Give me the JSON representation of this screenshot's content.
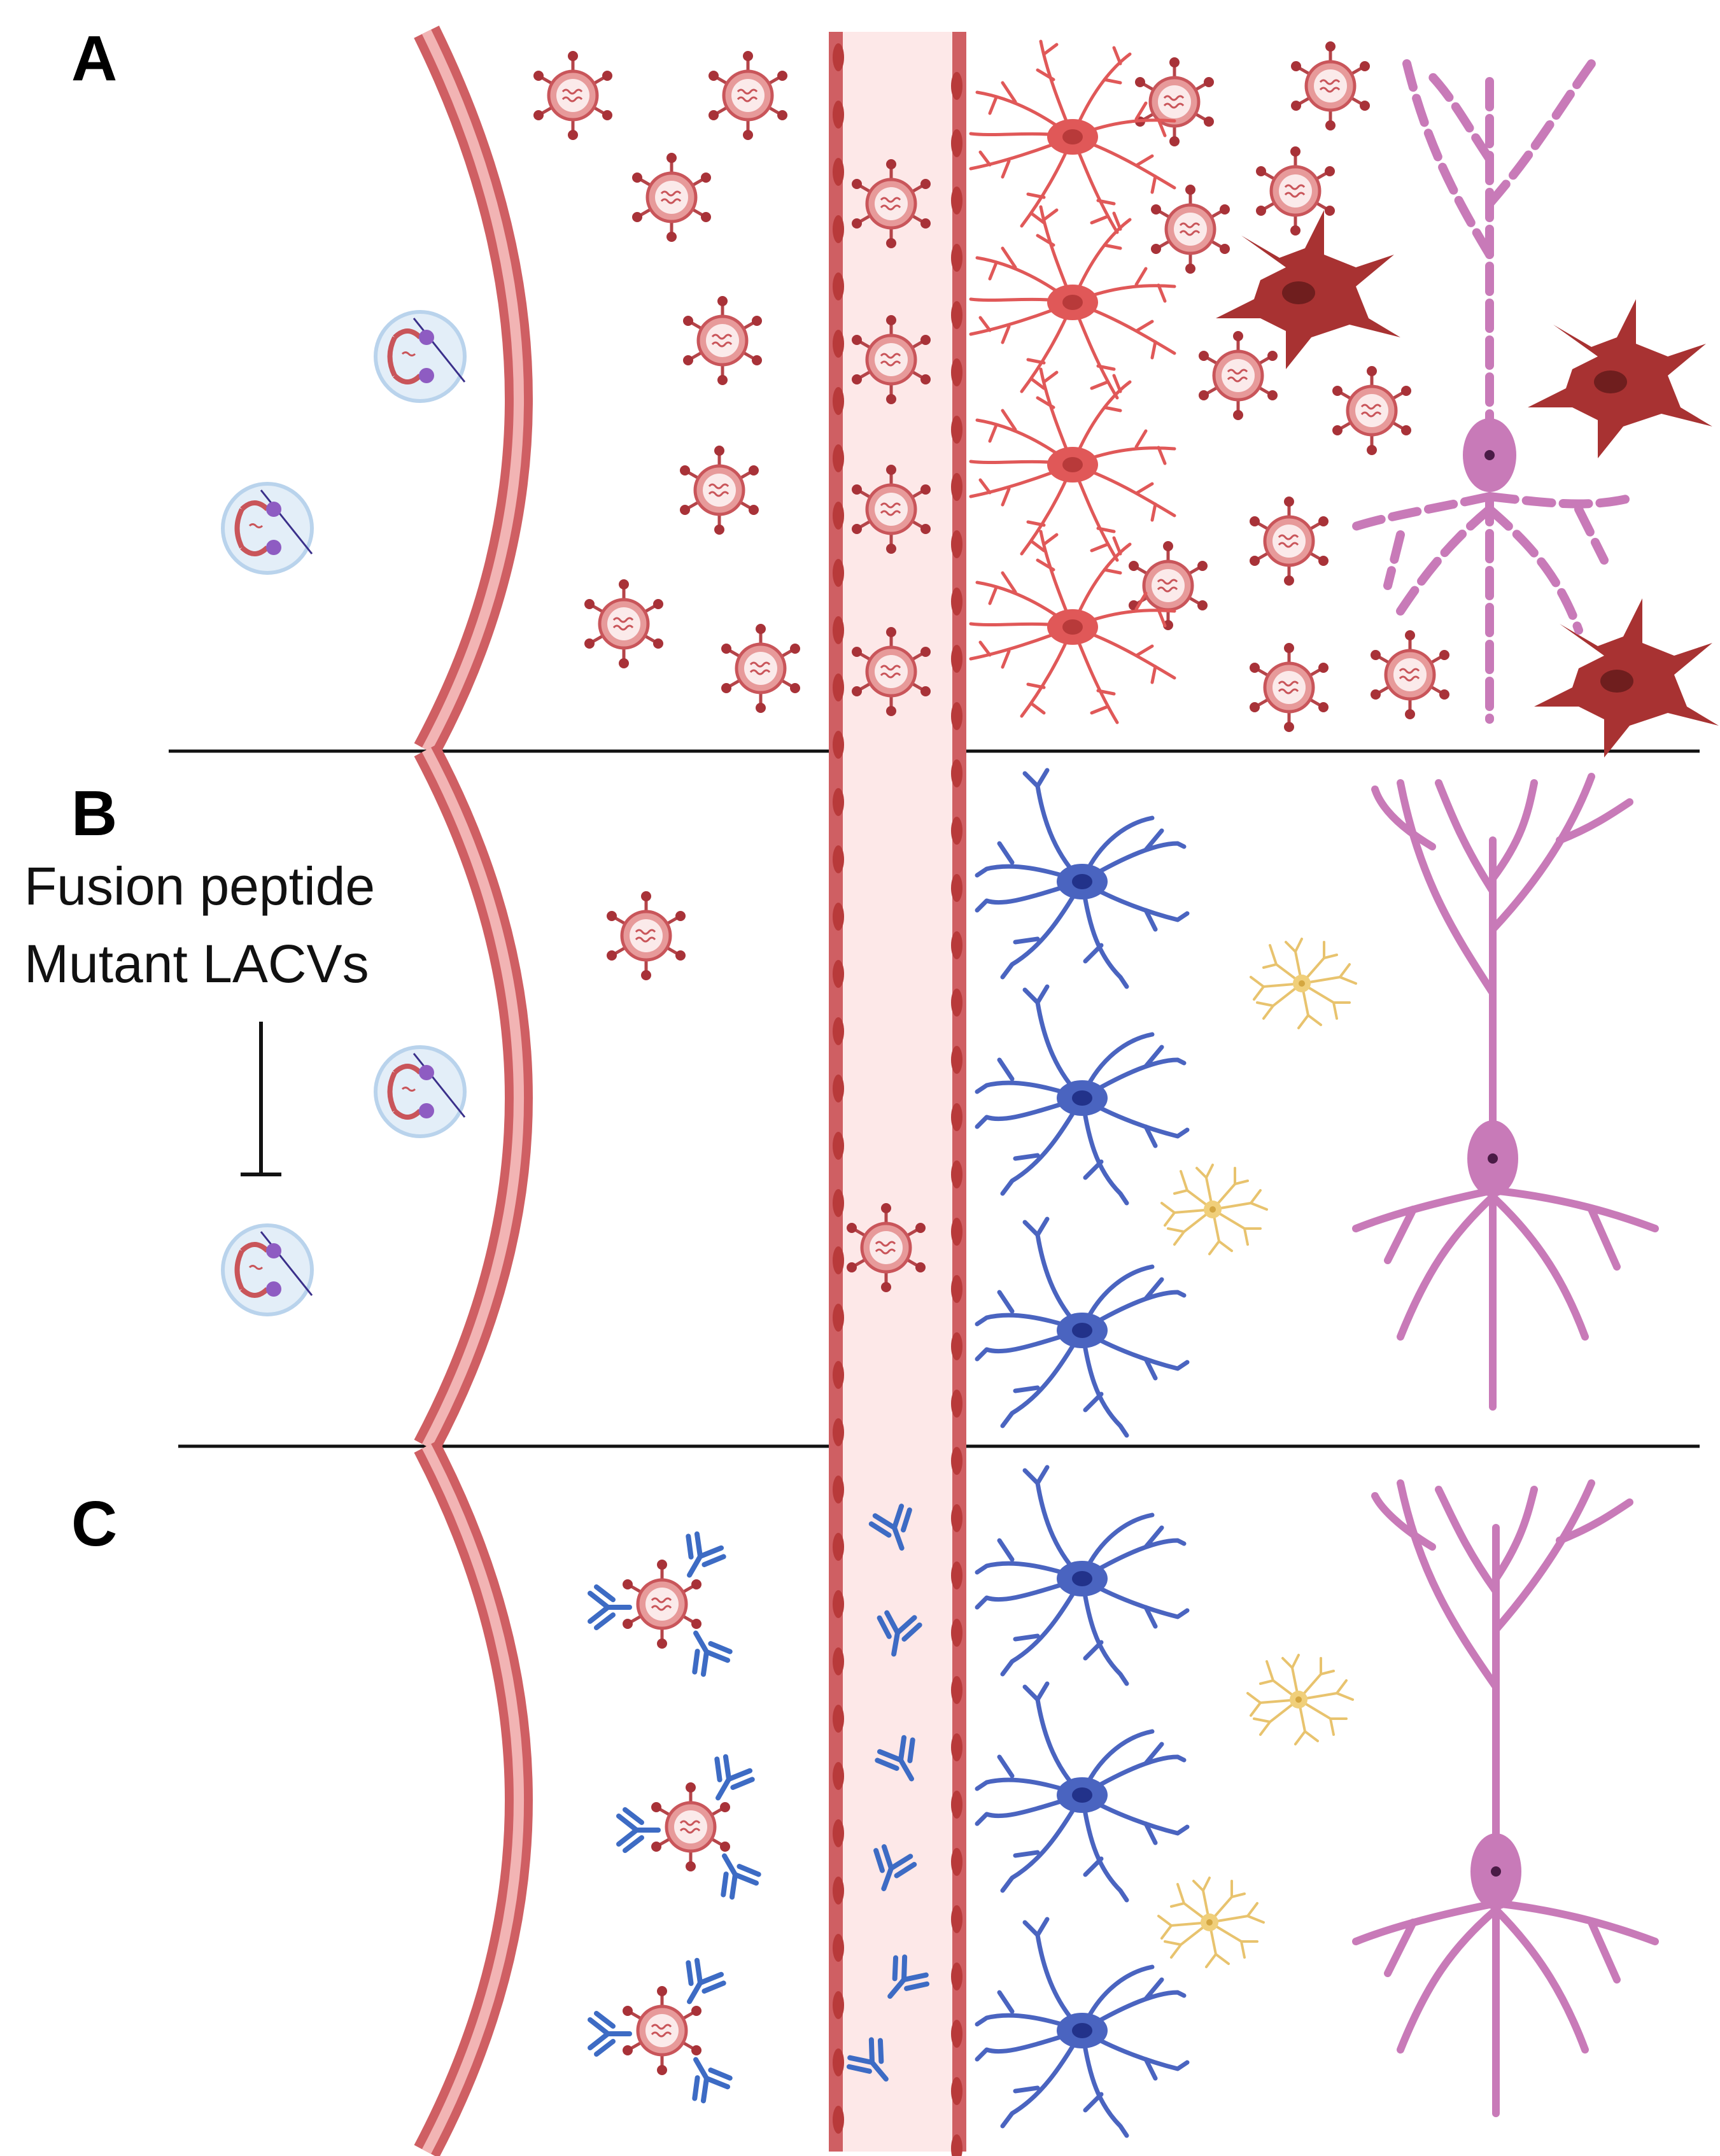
{
  "panels": [
    {
      "letter": "A",
      "state": "wild-type virus entry into brain"
    },
    {
      "letter": "B",
      "annotation_line1": "Fusion peptide",
      "annotation_line2": "Mutant LACVs"
    },
    {
      "letter": "C"
    }
  ],
  "colors": {
    "barrier": "#cf5f63",
    "barrier_light": "#f2b4b4",
    "vessel_fill": "#fde8e8",
    "virus": "#c9555a",
    "virus_core": "#fbeaea",
    "infected_astrocyte": "#e05858",
    "infected_microglia": "#a83232",
    "healthy_astrocyte": "#4a64c0",
    "resting_microglia": "#f0cf7a",
    "neuron": "#c87ab8",
    "antibody": "#3d6bc4",
    "vesicle": "#c9def0",
    "divider": "#111111"
  },
  "icons": [
    "virion-icon",
    "antibody-icon",
    "neuron-icon",
    "astrocyte-icon",
    "microglia-icon",
    "endosome-icon",
    "inhibition-icon"
  ]
}
